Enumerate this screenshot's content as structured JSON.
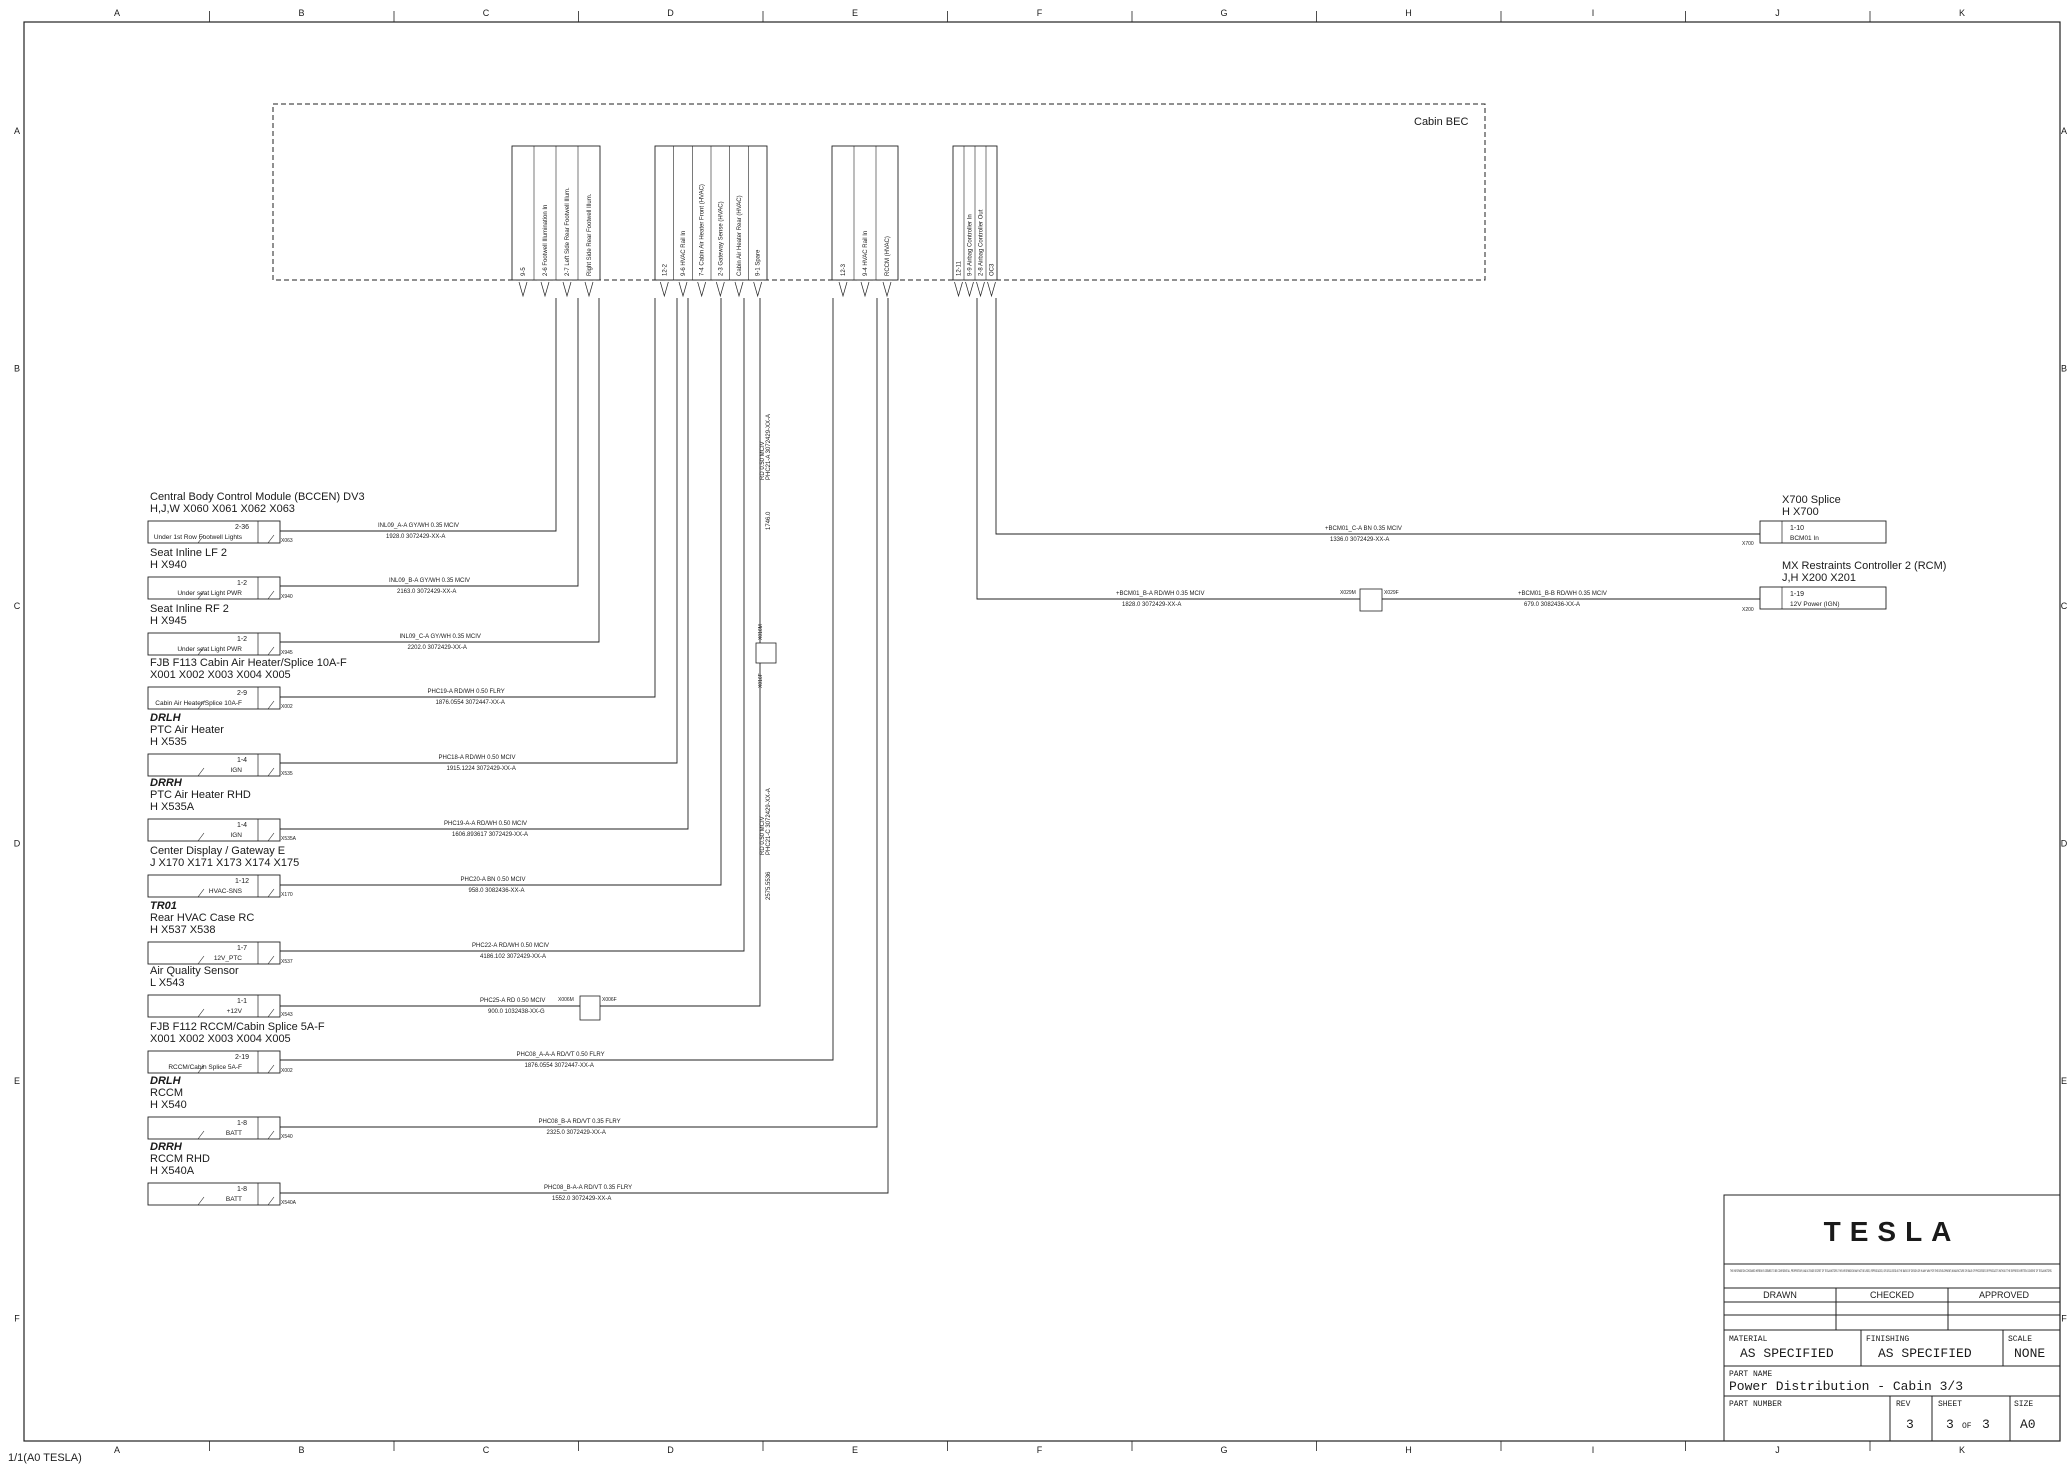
{
  "sheet": {
    "bec_title": "Cabin BEC",
    "col_letters": [
      "A",
      "B",
      "C",
      "D",
      "E",
      "F",
      "G",
      "H",
      "I",
      "J",
      "K"
    ],
    "row_letters": [
      "A",
      "B",
      "C",
      "D",
      "E",
      "F"
    ],
    "footer": "1/1(A0 TESLA)"
  },
  "bec_groups": [
    {
      "labels": [
        "9-5",
        "2-6 Footwell Illumination In",
        "2-7 Left Side Rear Footwell Illum.",
        "Right Side Rear Footwell Illum."
      ]
    },
    {
      "labels": [
        "12-2",
        "9-6 HVAC Rail In",
        "7-4 Cabin Air Heater Front (HVAC)",
        "2-3 Gateway Sense (HVAC)",
        "Cabin Air Heater Rear (HVAC)",
        "9-1 Spare"
      ]
    },
    {
      "labels": [
        "12-3",
        "9-4 HVAC Rail In",
        "RCCM (HVAC)"
      ]
    },
    {
      "labels": [
        "12-11",
        "9-9 Airbag Controller In",
        "2-8 Airbag Controller Out",
        "OC3"
      ]
    }
  ],
  "left_connectors": [
    {
      "head": "",
      "title": "Central Body Control Module (BCCEN) DV3",
      "ids": "H,J,W    X060   X061   X062   X063",
      "pin": "2-36",
      "func": "Under 1st Row Footwell Lights",
      "conn": "X063",
      "wire1": "INL09_A-A    GY/WH    0.35    MCIV",
      "wire2": "1928.0    3072429-XX-A"
    },
    {
      "head": "",
      "title": "Seat Inline LF 2",
      "ids": "H           X940",
      "pin": "1-2",
      "func": "Under seat Light PWR",
      "conn": "X940",
      "wire1": "INL09_B-A    GY/WH    0.35    MCIV",
      "wire2": "2163.0    3072429-XX-A"
    },
    {
      "head": "",
      "title": "Seat Inline RF 2",
      "ids": "H           X945",
      "pin": "1-2",
      "func": "Under seat Light PWR",
      "conn": "X945",
      "wire1": "INL09_C-A    GY/WH    0.35    MCIV",
      "wire2": "2202.0    3072429-XX-A"
    },
    {
      "head": "",
      "title": "FJB F113 Cabin Air Heater/Splice 10A-F",
      "ids": "       X001   X002   X003   X004   X005",
      "pin": "2-9",
      "func": "Cabin Air Heater/Splice 10A-F",
      "conn": "X002",
      "wire1": "PHC19-A    RD/WH    0.50    FLRY",
      "wire2": "1876.0554    3072447-XX-A"
    },
    {
      "head": "DRLH",
      "title": "PTC Air Heater",
      "ids": "H           X535",
      "pin": "1-4",
      "func": "IGN",
      "conn": "X535",
      "wire1": "PHC18-A    RD/WH    0.50    MCIV",
      "wire2": "1915.1224    3072429-XX-A"
    },
    {
      "head": "DRRH",
      "title": "PTC Air Heater RHD",
      "ids": "H           X535A",
      "pin": "1-4",
      "func": "IGN",
      "conn": "X535A",
      "wire1": "PHC19-A-A    RD/WH    0.50    MCIV",
      "wire2": "1606.893617    3072429-XX-A"
    },
    {
      "head": "",
      "title": "Center Display / Gateway E",
      "ids": "J           X170   X171   X173   X174   X175",
      "pin": "1-12",
      "func": "HVAC-SNS",
      "conn": "X170",
      "wire1": "PHC20-A    BN    0.50    MCIV",
      "wire2": "958.0    3082436-XX-A"
    },
    {
      "head": "TR01",
      "title": "Rear HVAC Case RC",
      "ids": "H           X537   X538",
      "pin": "1-7",
      "func": "12V_PTC",
      "conn": "X537",
      "wire1": "PHC22-A    RD/WH    0.50    MCIV",
      "wire2": "4186.102    3072429-XX-A"
    },
    {
      "head": "",
      "title": "Air Quality Sensor",
      "ids": "L           X543",
      "pin": "1-1",
      "func": "+12V",
      "conn": "X543",
      "wire1": "PHC25-A    RD    0.50    MCIV",
      "wire2": "900.0    1032438-XX-G"
    },
    {
      "head": "",
      "title": "FJB F112 RCCM/Cabin Splice 5A-F",
      "ids": "       X001   X002   X003   X004   X005",
      "pin": "2-19",
      "func": "RCCM/Cabin Splice 5A-F",
      "conn": "X002",
      "wire1": "PHC08_A-A-A    RD/VT    0.50    FLRY",
      "wire2": "1876.0554    3072447-XX-A"
    },
    {
      "head": "DRLH",
      "title": "RCCM",
      "ids": "H           X540",
      "pin": "1-8",
      "func": "BATT",
      "conn": "X540",
      "wire1": "PHC08_B-A    RD/VT    0.35    FLRY",
      "wire2": "2325.0    3072429-XX-A"
    },
    {
      "head": "DRRH",
      "title": "RCCM RHD",
      "ids": "H           X540A",
      "pin": "1-8",
      "func": "BATT",
      "conn": "X540A",
      "wire1": "PHC08_B-A-A    RD/VT    0.35    FLRY",
      "wire2": "1552.0    3072429-XX-A"
    }
  ],
  "right_connectors": [
    {
      "title": "X700 Splice",
      "ids": "H           X700",
      "pin": "1-10",
      "func": "BCM01 In",
      "conn": "X700",
      "wire1": "+BCM01_C-A    BN    0.35    MCIV",
      "wire2": "1336.0    3072429-XX-A"
    },
    {
      "title": "MX Restraints Controller 2 (RCM)",
      "ids": "J,H         X200   X201",
      "pin": "1-19",
      "func": "12V Power (IGN)",
      "conn": "X200",
      "wire1a": "+BCM01_B-A    RD/WH    0.35    MCIV",
      "wire2a": "1828.0    3072429-XX-A",
      "wire1b": "+BCM01_B-B    RD/WH    0.35    MCIV",
      "wire2b": "679.0    3082436-XX-A",
      "inline_l": "X029M",
      "inline_r": "X029F"
    }
  ],
  "vertical_wire": {
    "a": "RD    0.50    MCIV",
    "b": "PHC21-A    3072429-XX-A",
    "c": "1746.0",
    "inline_top": "X016M",
    "inline_bot": "X016F",
    "d": "RD    0.50    MCIV",
    "e": "PHC21-C    3072429-XX-A",
    "f": "2575.5536"
  },
  "air_inline": {
    "left": "X006M",
    "right": "X006F"
  },
  "title_block": {
    "logo": "TESLA",
    "notice": "THE INFORMATION CONTAINED HEREIN IS DEEMED TO BE CONFIDENTIAL, PROPRIETARY, AND A TRADE SECRET OF TESLA MOTORS. THIS INFORMATION MAY NOT BE USED, REPRODUCED, OR DISCLOSED AS THE BASIS OF DESIGN OR IN ANY WAY FOR THE DEVELOPMENT, MANUFACTURE OR SALE OF PROCESSES OR PRODUCTS WITHOUT THE EXPRESS WRITTEN CONSENT OF TESLA MOTORS.",
    "drawn": "DRAWN",
    "checked": "CHECKED",
    "approved": "APPROVED",
    "material_label": "MATERIAL",
    "material": "AS SPECIFIED",
    "finishing_label": "FINISHING",
    "finishing": "AS SPECIFIED",
    "scale_label": "SCALE",
    "scale": "NONE",
    "part_name_label": "PART NAME",
    "part_name": "Power Distribution - Cabin 3/3",
    "part_number_label": "PART NUMBER",
    "rev_label": "REV",
    "rev": "3",
    "sheet_label": "SHEET",
    "sheet": "3",
    "of": "OF",
    "sheet_total": "3",
    "size_label": "SIZE",
    "size": "A0"
  }
}
